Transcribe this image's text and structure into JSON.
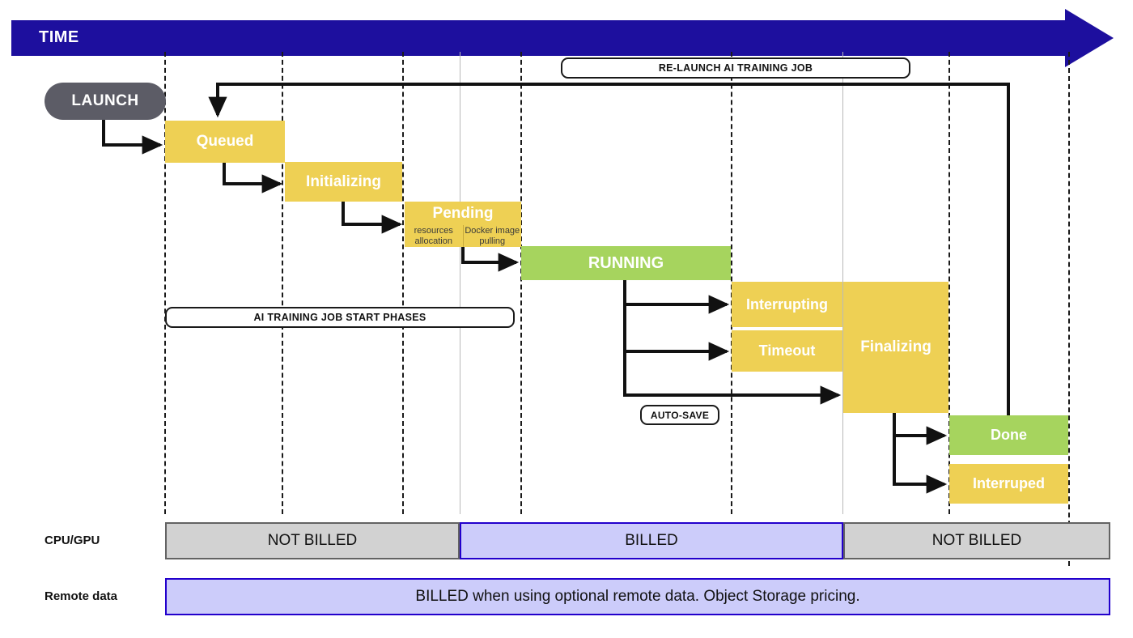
{
  "header": {
    "time_label": "TIME",
    "bar_color": "#1d0f9e"
  },
  "launch": {
    "label": "LAUNCH",
    "color": "#5c5c66"
  },
  "callouts": {
    "relaunch": "RE-LAUNCH AI TRAINING JOB",
    "start_phases": "AI TRAINING JOB START PHASES",
    "autosave": "AUTO-SAVE"
  },
  "colors": {
    "yellow": "#eed054",
    "green": "#a6d45e",
    "gray": "#d2d2d2",
    "gray_border": "#636363",
    "blue_fill": "#ccccfa",
    "blue_border": "#2200cc",
    "line": "#1a1a1a"
  },
  "states": [
    {
      "id": "queued",
      "label": "Queued",
      "color": "yellow",
      "font": 19
    },
    {
      "id": "initializing",
      "label": "Initializing",
      "color": "yellow",
      "font": 19
    },
    {
      "id": "pending",
      "label": "Pending",
      "color": "yellow",
      "font": 19,
      "sub": [
        "resources allocation",
        "Docker image pulling"
      ]
    },
    {
      "id": "running",
      "label": "RUNNING",
      "color": "green",
      "font": 20
    },
    {
      "id": "interrupting",
      "label": "Interrupting",
      "color": "yellow",
      "font": 18
    },
    {
      "id": "timeout",
      "label": "Timeout",
      "color": "yellow",
      "font": 18
    },
    {
      "id": "finalizing",
      "label": "Finalizing",
      "color": "yellow",
      "font": 19
    },
    {
      "id": "done",
      "label": "Done",
      "color": "green",
      "font": 18
    },
    {
      "id": "interrupted",
      "label": "Interruped",
      "color": "yellow",
      "font": 18
    }
  ],
  "billing": {
    "rows": [
      {
        "label": "CPU/GPU",
        "segments": [
          {
            "text": "NOT BILLED",
            "kind": "notbilled"
          },
          {
            "text": "BILLED",
            "kind": "billed"
          },
          {
            "text": "NOT BILLED",
            "kind": "notbilled"
          }
        ]
      },
      {
        "label": "Remote data",
        "segments": [
          {
            "text": "BILLED when using optional remote data. Object Storage pricing.",
            "kind": "billed"
          }
        ]
      }
    ]
  }
}
